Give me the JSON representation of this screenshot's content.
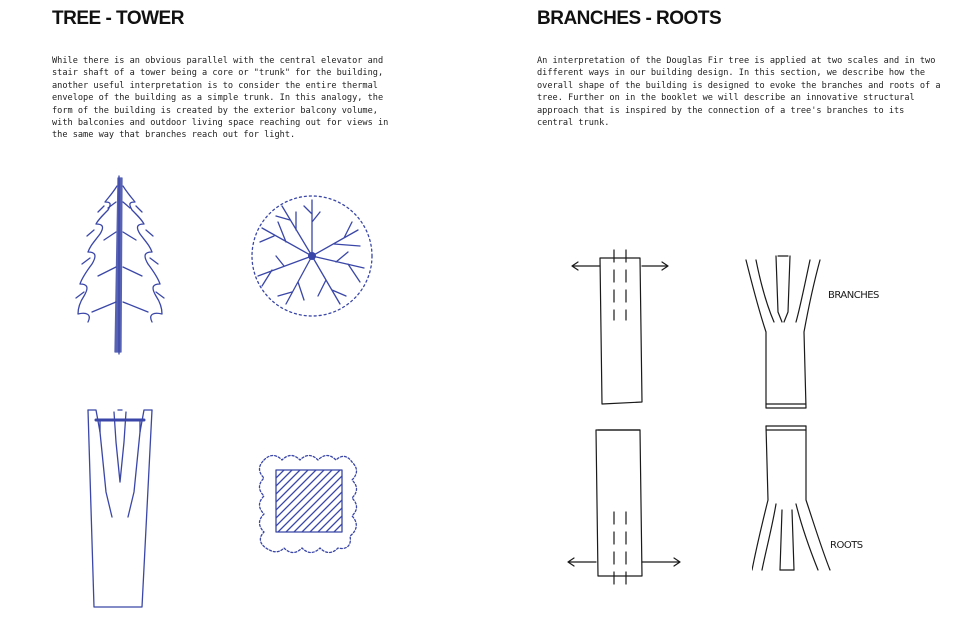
{
  "left": {
    "title": "TREE - TOWER",
    "paragraph": "While there is an obvious parallel with the central elevator and stair shaft of a tower being a core or \"trunk\" for the building, another useful interpretation is to consider the entire thermal envelope of the building as a simple trunk.  In this analogy, the form of the building is created by the exterior balcony volume, with balconies and outdoor living space reaching out for views in the same way that branches reach out for light."
  },
  "right": {
    "title": "BRANCHES - ROOTS",
    "paragraph": "An interpretation of the Douglas Fir tree is applied at two scales and in two different ways in our building design. In this section, we describe how the overall shape of the building is designed to evoke the branches and roots of a tree. Further on in the booklet we will describe an innovative structural approach that is inspired by the connection of a tree's branches to its central trunk.",
    "labels": {
      "branches": "BRANCHES",
      "roots": "ROOTS"
    }
  },
  "colors": {
    "sketch_blue": "#3a47a8",
    "sketch_ink": "#1a1a1a",
    "heading": "#111111"
  }
}
